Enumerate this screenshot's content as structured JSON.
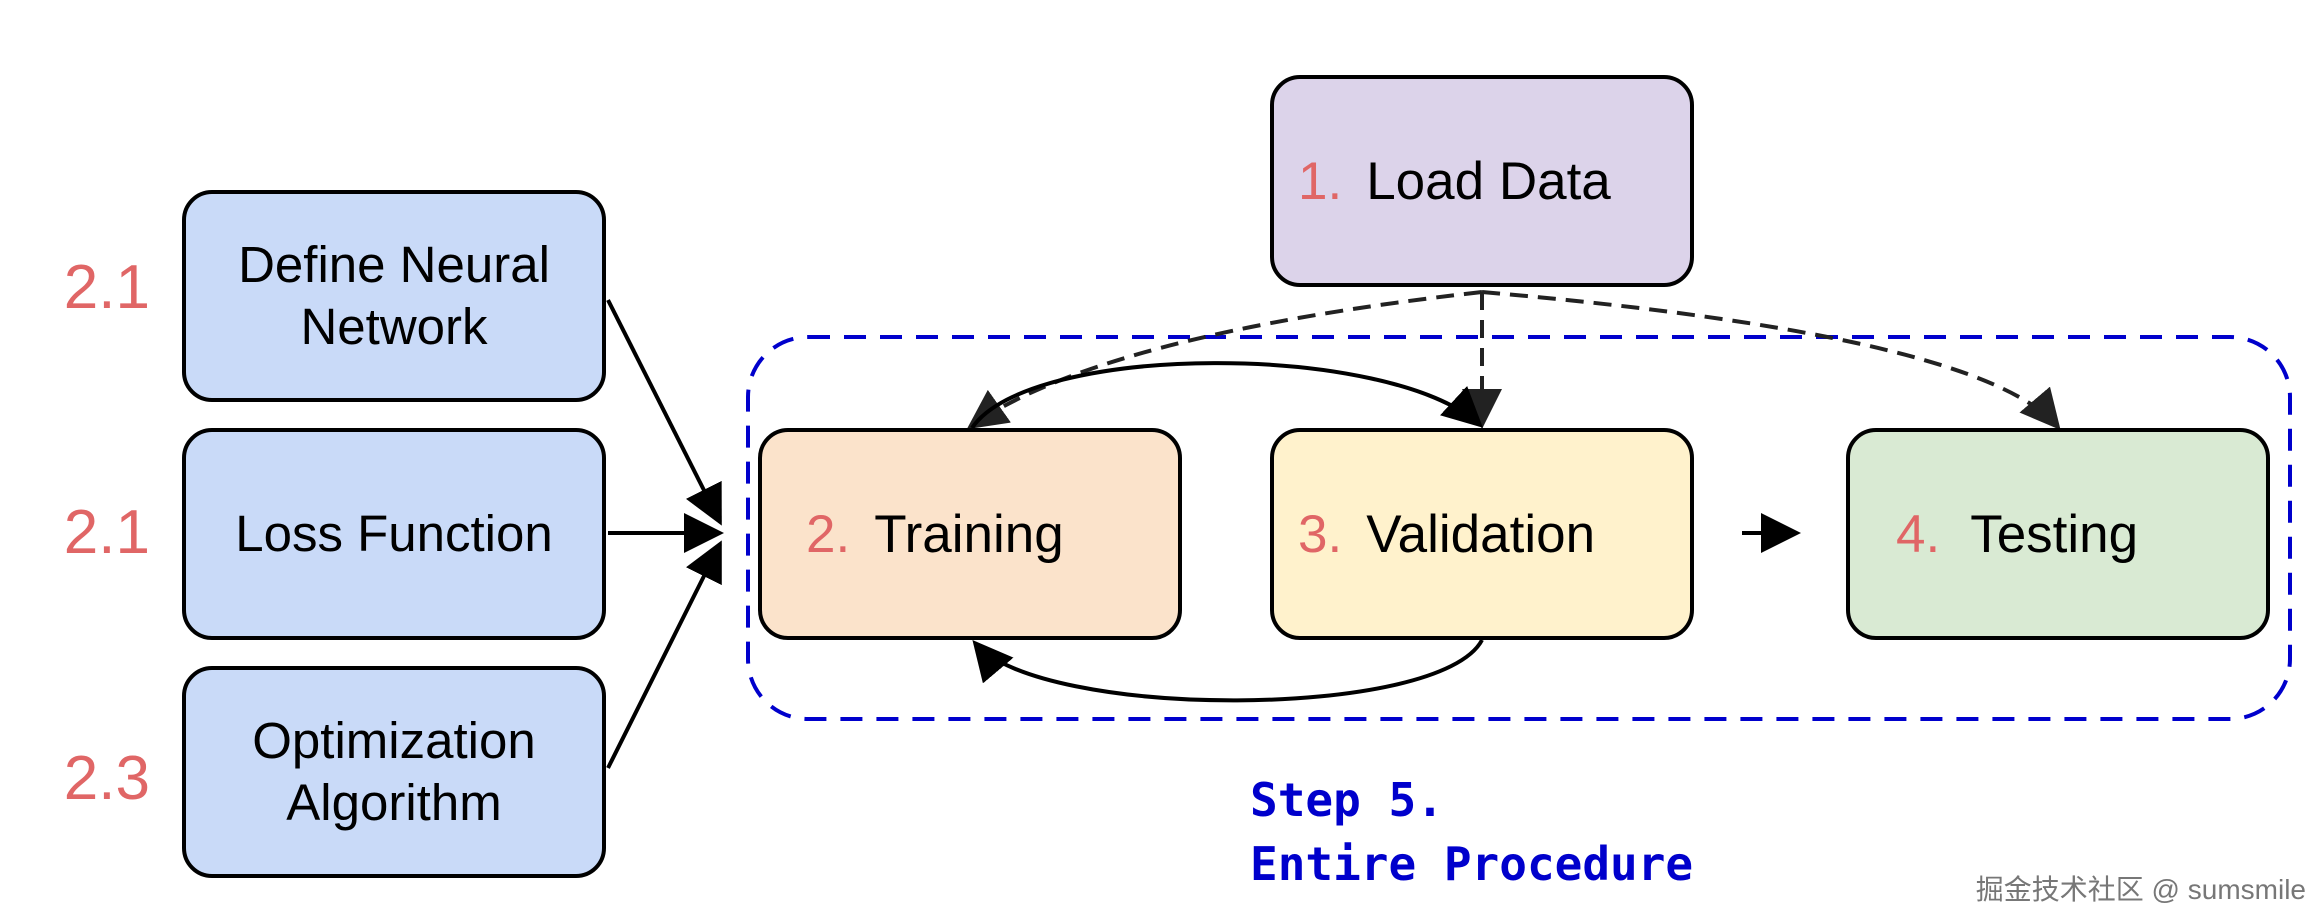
{
  "side_steps": [
    {
      "label": "2.1",
      "text_lines": [
        "Define Neural",
        "Network"
      ]
    },
    {
      "label": "2.1",
      "text_lines": [
        "Loss Function"
      ]
    },
    {
      "label": "2.3",
      "text_lines": [
        "Optimization",
        "Algorithm"
      ]
    }
  ],
  "steps": {
    "load": {
      "num": "1.",
      "label": "Load Data",
      "color": "#dcd3ea"
    },
    "training": {
      "num": "2.",
      "label": "Training",
      "color": "#fbe3cb"
    },
    "validation": {
      "num": "3.",
      "label": "Validation",
      "color": "#fff2cc"
    },
    "testing": {
      "num": "4.",
      "label": "Testing",
      "color": "#d9ead3"
    }
  },
  "caption": {
    "line1": "Step 5.",
    "line2": "Entire Procedure"
  },
  "credit": "掘金技术社区 @ sumsmile",
  "colors": {
    "number": "#e06666",
    "procedure": "#0000cc",
    "side_box": "#c9daf8"
  }
}
